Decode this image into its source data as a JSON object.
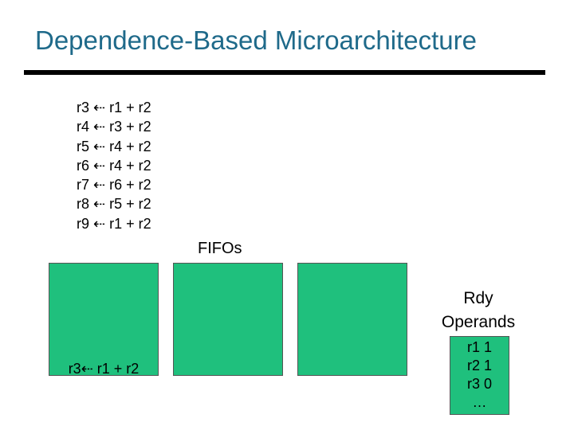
{
  "slide": {
    "title": "Dependence-Based Microarchitecture"
  },
  "instructions": [
    "r3 ⇠ r1 + r2",
    "r4 ⇠ r3 + r2",
    "r5 ⇠ r4 + r2",
    "r6 ⇠ r4 + r2",
    "r7 ⇠ r6 + r2",
    "r8 ⇠ r5 + r2",
    "r9 ⇠ r1 + r2"
  ],
  "fifos": {
    "label": "FIFOs",
    "entries": [
      "r3⇠ r1 + r2",
      "",
      ""
    ]
  },
  "ready_operands": {
    "label_line1": "Rdy",
    "label_line2": "Operands",
    "rows": [
      "r1 1",
      "r2 1",
      "r3 0",
      "…"
    ]
  },
  "colors": {
    "title": "#1f6a8a",
    "box_fill": "#1fc07d",
    "rule": "#000000"
  }
}
